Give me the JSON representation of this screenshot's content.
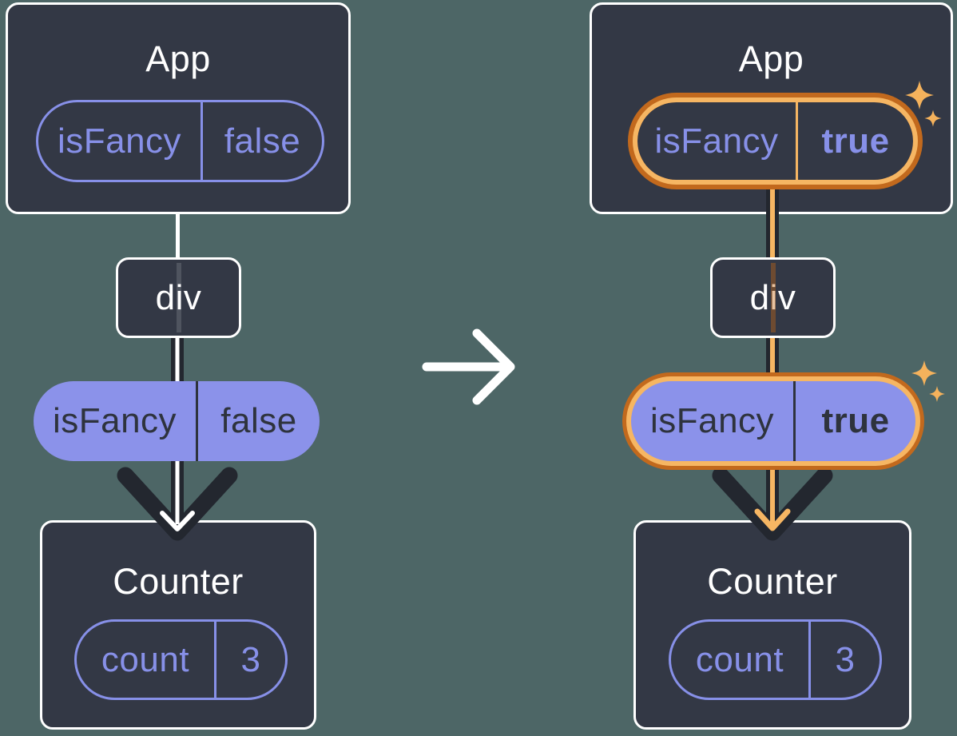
{
  "diagram": "react-state-to-props-flow",
  "colors": {
    "background": "#4D6666",
    "card_background": "#333845",
    "card_border": "#FFFFFF",
    "purple_outline": "#8790E8",
    "purple_fill": "#8B92EA",
    "dark_text_on_purple": "#2E333D",
    "arrow_dark": "#23272F",
    "highlight_orange_dark": "#C2691D",
    "highlight_orange_light": "#F6B663",
    "transition_arrow": "#FFFFFF"
  },
  "icons": {
    "transition": "right-arrow-icon",
    "flow": "down-arrow-icon",
    "highlight": "sparkles-icon"
  },
  "before": {
    "app": {
      "title": "App",
      "state": {
        "name": "isFancy",
        "value": "false"
      }
    },
    "div": {
      "label": "div"
    },
    "prop": {
      "name": "isFancy",
      "value": "false"
    },
    "counter": {
      "title": "Counter",
      "state": {
        "name": "count",
        "value": "3"
      }
    }
  },
  "after": {
    "app": {
      "title": "App",
      "state": {
        "name": "isFancy",
        "value": "true"
      }
    },
    "div": {
      "label": "div"
    },
    "prop": {
      "name": "isFancy",
      "value": "true"
    },
    "counter": {
      "title": "Counter",
      "state": {
        "name": "count",
        "value": "3"
      }
    }
  }
}
